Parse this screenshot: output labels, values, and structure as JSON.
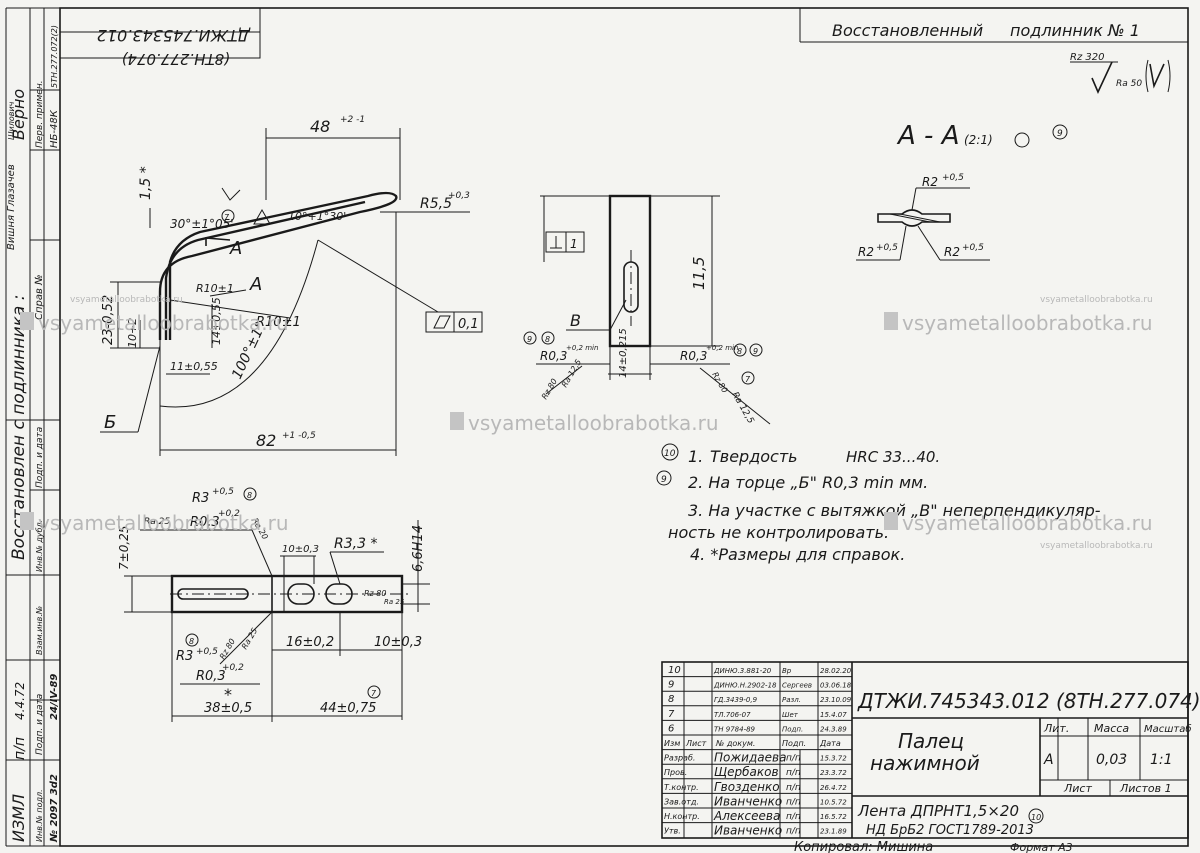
{
  "header": {
    "restored_original": "Восстановленный",
    "original_no": "подлинник № 1",
    "roughness_rz": "Rz 320",
    "roughness_ra": "Ra 50"
  },
  "left_strip": {
    "restored_text": "Восстановлен   с   подлинника :",
    "verno": "Верно",
    "verno_sub": "Шилович",
    "sig_text": "Вишня Глазачев",
    "perv_primen": "Перв. примен.",
    "perv_val": "НБ-48К",
    "code_val": "5ТН.277.072(2)",
    "sprav_no": "Справ №",
    "podp_data": "Подп. и дата",
    "inv_dubl": "Инв.№ дубл.",
    "vzam_inv": "Взам.инв.№",
    "podp_data2": "Подп. и дата",
    "inv_podl": "Инв.№ подл.",
    "inv_podl_val": "№ 2097 3d2",
    "izm": "ИЗМЛ",
    "np": "п/п",
    "izm_date": "4.4.72",
    "podp_val": "24/IV-89",
    "top_code": "ДТЖИ.745343.012",
    "top_code2": "(8ТН.277.074)"
  },
  "view_main": {
    "dim_48": "48",
    "dim_48_tol": "+2 -1",
    "dim_1_5": "1,5 *",
    "r5_5": "R5,5",
    "r5_5_tol": "+0,3",
    "angle_30": "30°±1°05'",
    "angle_10": "10°+1°30'",
    "section_a_top": "A",
    "section_a_bot": "A",
    "r10": "R10±1",
    "r10_b": "R10±1",
    "dim_23": "23-0,52",
    "dim_10": "10+2",
    "dim_14": "14±0,55",
    "dim_11": "11±0,55",
    "angle_100": "100°±1°",
    "dim_82": "82",
    "dim_82_tol": "+1 -0,5",
    "label_b": "Б",
    "flatness": "0,1",
    "circle_7": "7"
  },
  "view_side": {
    "perp": "1",
    "dim_11": "11,5",
    "label_v": "B",
    "r0_3_left": "R0,3",
    "r0_3_left_tol": "+0,2 min",
    "r0_3_right": "R0,3",
    "r0_3_right_tol": "+0,2 min",
    "rz80": "Rz 80",
    "ra12_5": "Ra 12,5",
    "dim_14": "14±0,215",
    "n9": "9",
    "n8": "8",
    "n7": "7"
  },
  "section_aa": {
    "title": "A - A",
    "scale": "(2:1)",
    "r2_top": "R2",
    "r2_top_tol": "+0,5",
    "r2_left": "R2",
    "r2_left_tol": "+0,5",
    "r2_right": "R2",
    "r2_right_tol": "+0,5",
    "n9": "9"
  },
  "view_bottom": {
    "r3_top": "R3",
    "r3_top_tol": "+0,5",
    "r0_3_top": "R0,3",
    "r0_3_top_tol": "+0,2",
    "ra25": "Ra 25",
    "ra20": "Ra 20",
    "dim_7": "7±0,25",
    "dim_10_03": "10±0,3",
    "r3_3": "R3,3 *",
    "dim_6_6": "6,6H14",
    "rz80": "Rz 80",
    "ra25_b": "Ra 25",
    "r3_bot": "R3",
    "r3_bot_tol": "+0,5",
    "r0_3_bot": "R0,3",
    "r0_3_bot_tol": "+0,2",
    "dim_16": "16±0,2",
    "dim_10_r": "10±0,3",
    "dim_38": "38±0,5",
    "dim_44": "44±0,75",
    "star": "*",
    "n8": "8",
    "n7": "7"
  },
  "notes": {
    "n10": "10",
    "n9": "9",
    "line1_num": "1.",
    "line1_text": "Твердость",
    "line1_val": "HRC 33...40.",
    "line2": "2. На торце „Б\" R0,3 min мм.",
    "line3": "3. На участке с вытяжкой „В\" неперпендикуляр-",
    "line3b": "ность не контролировать.",
    "line4": "4. *Размеры для справок."
  },
  "watermarks": {
    "text": "vsyametalloobrabotka.ru"
  },
  "title_block": {
    "designation": "ДТЖИ.745343.012 (8ТН.277.074)",
    "name1": "Палец",
    "name2": "нажимной",
    "material1": "Лента ДПРНТ1,5×20",
    "material2": "НД БрБ2 ГОСТ1789-2013",
    "lit": "Лит.",
    "massa": "Масса",
    "masshtab": "Масштаб",
    "lit_val": "А",
    "massa_val": "0,03",
    "masshtab_val": "1:1",
    "list": "Лист",
    "listov": "Листов 1",
    "kopiroval": "Копировал: Мишина",
    "format": "Формат А3",
    "n10": "10",
    "changes": [
      {
        "n": "10",
        "doc": "ДИНЮ.3.881-20",
        "sig": "Вр",
        "date": "28.02.20"
      },
      {
        "n": "9",
        "doc": "ДИНЮ.Н.2902-18",
        "sig": "Сергеев",
        "date": "03.06.18"
      },
      {
        "n": "8",
        "doc": "ГД.3439-0,9",
        "sig": "Разл.",
        "date": "23.10.09"
      },
      {
        "n": "7",
        "doc": "ТЛ.706-07",
        "sig": "Шет",
        "date": "15.4.07"
      },
      {
        "n": "6",
        "doc": "ТН 9784-89",
        "sig": "Подп.",
        "date": "24.3.89"
      }
    ],
    "change_header": {
      "izm": "Изм",
      "list": "Лист",
      "doc": "№ докум.",
      "podp": "Подп.",
      "data": "Дата"
    },
    "roles": [
      {
        "role": "Разраб.",
        "name": "Пожидаева",
        "sig": "п/п",
        "date": "15.3.72"
      },
      {
        "role": "Пров.",
        "name": "Щербаков",
        "sig": "п/п",
        "date": "23.3.72"
      },
      {
        "role": "Т.контр.",
        "name": "Гвозденко",
        "sig": "п/п",
        "date": "26.4.72"
      },
      {
        "role": "Зав.отд.",
        "name": "Иванченко",
        "sig": "п/п",
        "date": "10.5.72"
      },
      {
        "role": "Н.контр.",
        "name": "Алексеева",
        "sig": "п/п",
        "date": "16.5.72"
      },
      {
        "role": "Утв.",
        "name": "Иванченко",
        "sig": "п/п",
        "date": "23.1.89"
      }
    ]
  }
}
